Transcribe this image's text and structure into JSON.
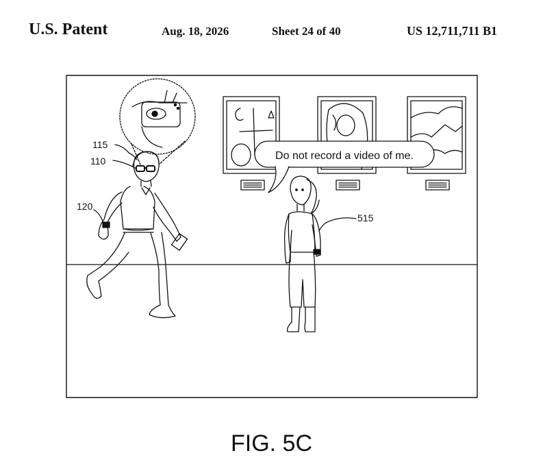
{
  "header": {
    "title": "U.S. Patent",
    "date": "Aug. 18, 2026",
    "sheet": "Sheet 24 of 40",
    "patent_number": "US 12,711,711 B1"
  },
  "figure": {
    "speech_bubble": "Do not record a video of me.",
    "labels": {
      "ref_115": "115",
      "ref_110": "110",
      "ref_120": "120",
      "ref_515": "515"
    }
  },
  "caption": "FIG. 5C",
  "colors": {
    "ink": "#111111",
    "paper": "#ffffff"
  }
}
